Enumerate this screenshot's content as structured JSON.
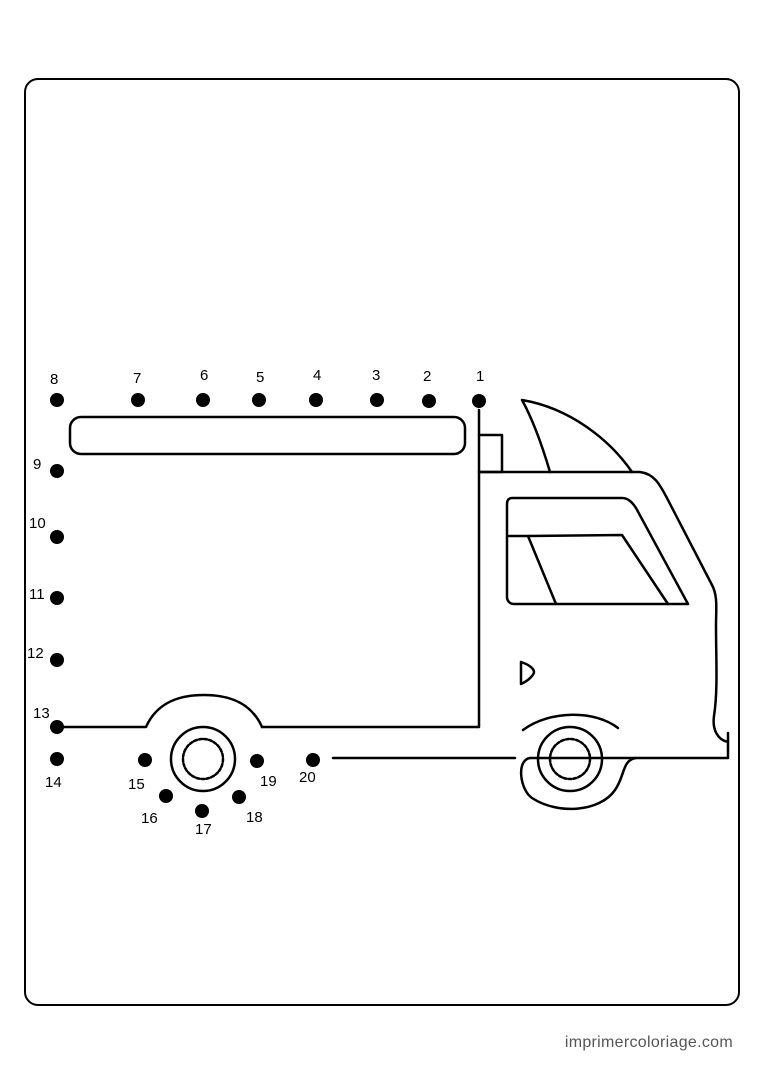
{
  "worksheet": {
    "puzzle": "connect-the-dots",
    "subject": "truck",
    "dots": [
      {
        "number": "1"
      },
      {
        "number": "2"
      },
      {
        "number": "3"
      },
      {
        "number": "4"
      },
      {
        "number": "5"
      },
      {
        "number": "6"
      },
      {
        "number": "7"
      },
      {
        "number": "8"
      },
      {
        "number": "9"
      },
      {
        "number": "10"
      },
      {
        "number": "11"
      },
      {
        "number": "12"
      },
      {
        "number": "13"
      },
      {
        "number": "14"
      },
      {
        "number": "15"
      },
      {
        "number": "16"
      },
      {
        "number": "17"
      },
      {
        "number": "18"
      },
      {
        "number": "19"
      },
      {
        "number": "20"
      }
    ]
  },
  "footer": {
    "site": "imprimercoloriage.com"
  },
  "colors": {
    "ink": "#000000",
    "paper": "#ffffff",
    "footer_text": "#555555"
  }
}
